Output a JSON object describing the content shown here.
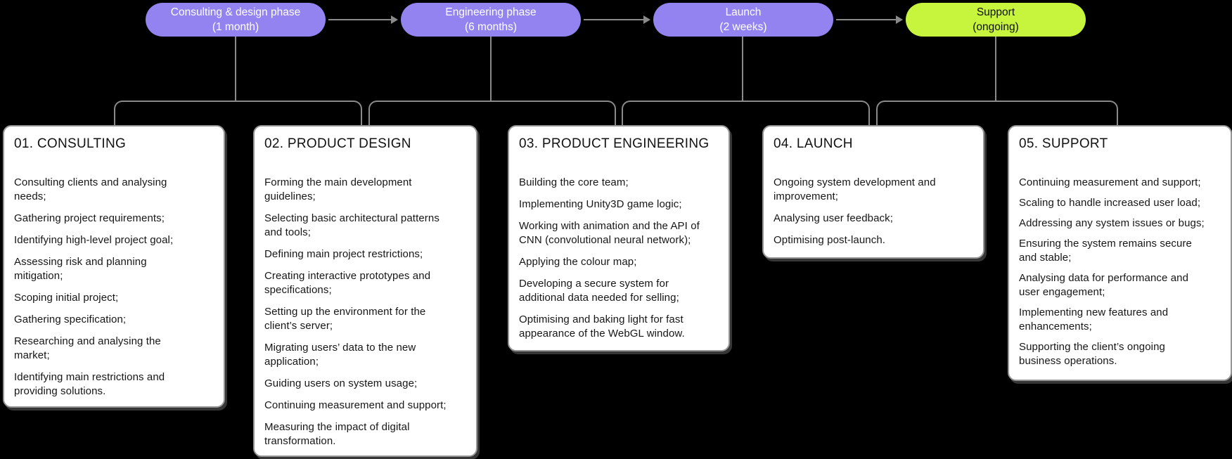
{
  "colors": {
    "background": "#000000",
    "phase_purple": "#9283F0",
    "phase_lime": "#C7F53E",
    "connector_gray": "#8a8a8a",
    "card_background": "#ffffff",
    "card_text": "#161616"
  },
  "phases": [
    {
      "label": "Consulting & design phase",
      "duration": "(1 month)"
    },
    {
      "label": "Engineering phase",
      "duration": "(6 months)"
    },
    {
      "label": "Launch",
      "duration": "(2 weeks)"
    },
    {
      "label": "Support",
      "duration": "(ongoing)"
    }
  ],
  "cards": [
    {
      "title": "01. CONSULTING",
      "items": [
        "Consulting clients and analysing\nneeds;",
        "Gathering project requirements;",
        "Identifying high-level project goal;",
        "Assessing risk and planning\nmitigation;",
        "Scoping initial project;",
        "Gathering specification;",
        "Researching and analysing the\nmarket;",
        "Identifying main restrictions and\nproviding solutions."
      ]
    },
    {
      "title": "02. PRODUCT DESIGN",
      "items": [
        "Forming the main development\nguidelines;",
        "Selecting basic architectural patterns\nand tools;",
        "Defining main project restrictions;",
        "Creating interactive prototypes and\nspecifications;",
        "Setting up the environment for the\nclient’s server;",
        "Migrating users’ data to the new\napplication;",
        "Guiding users on system usage;",
        "Continuing measurement and support;",
        "Measuring the impact of digital\ntransformation."
      ]
    },
    {
      "title": "03. PRODUCT ENGINEERING",
      "items": [
        "Building the core team;",
        "Implementing Unity3D game logic;",
        "Working with animation and the API of\nCNN (convolutional neural network);",
        "Applying the colour map;",
        "Developing a secure system for\nadditional data needed for selling;",
        "Optimising and baking light for fast\nappearance of the WebGL window."
      ]
    },
    {
      "title": "04. LAUNCH",
      "items": [
        "Ongoing system development and\nimprovement;",
        "Analysing user feedback;",
        "Optimising post-launch."
      ]
    },
    {
      "title": "05. SUPPORT",
      "items": [
        "Continuing measurement and support;",
        "Scaling to handle increased user load;",
        "Addressing any system issues or bugs;",
        "Ensuring the system remains secure\nand stable;",
        "Analysing data for performance and\nuser engagement;",
        "Implementing new features and\nenhancements;",
        "Supporting the client’s ongoing\nbusiness operations."
      ]
    }
  ]
}
